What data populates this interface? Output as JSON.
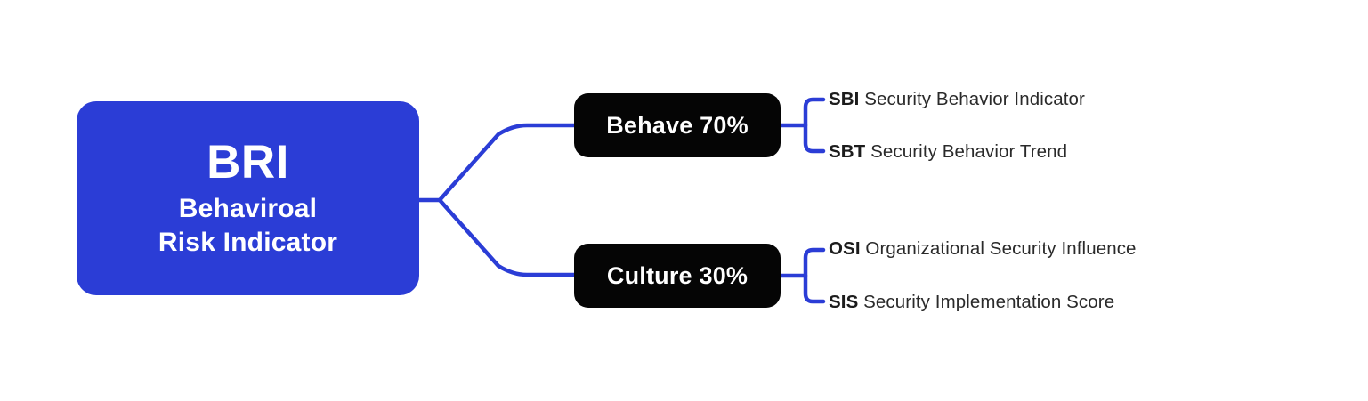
{
  "diagram": {
    "type": "mindmap-tree",
    "background_color": "#ffffff",
    "accent_color": "#2B3DD6",
    "branch_color": "#050505",
    "text_color": "#1c1c1c",
    "root": {
      "abbr": "BRI",
      "line1": "Behaviroal",
      "line2": "Risk Indicator"
    },
    "branches": [
      {
        "id": "behave",
        "label": "Behave 70%",
        "weight_percent": 70,
        "leaves": [
          {
            "abbr": "SBI",
            "desc": "Security Behavior Indicator"
          },
          {
            "abbr": "SBT",
            "desc": "Security Behavior Trend"
          }
        ]
      },
      {
        "id": "culture",
        "label": "Culture 30%",
        "weight_percent": 30,
        "leaves": [
          {
            "abbr": "OSI",
            "desc": "Organizational Security Influence"
          },
          {
            "abbr": "SIS",
            "desc": "Security Implementation Score"
          }
        ]
      }
    ]
  }
}
